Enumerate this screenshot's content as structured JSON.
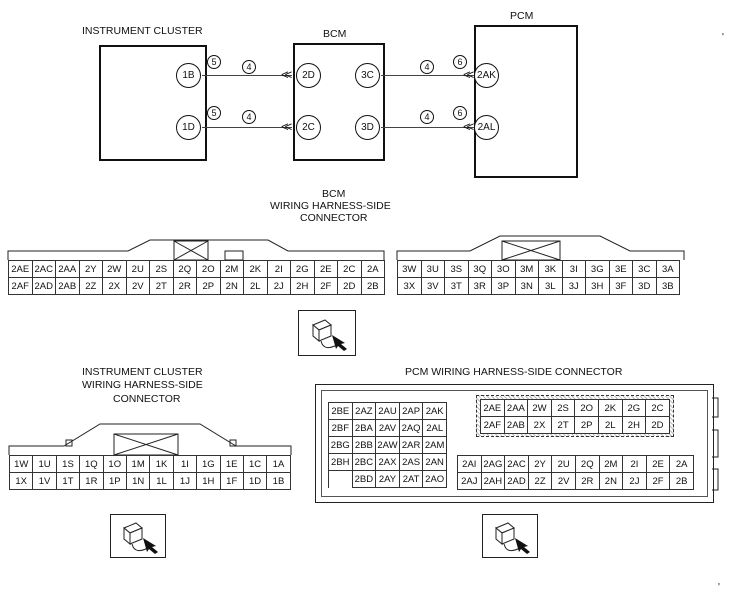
{
  "top": {
    "ic_title": "INSTRUMENT CLUSTER",
    "bcm_title": "BCM",
    "pcm_title": "PCM",
    "ic_pins": [
      "1B",
      "1D"
    ],
    "bcm_left_pins": [
      "2D",
      "2C"
    ],
    "bcm_right_pins": [
      "3C",
      "3D"
    ],
    "pcm_pins": [
      "2AK",
      "2AL"
    ],
    "wire_nums": {
      "n5": "5",
      "n4": "4",
      "n6": "6"
    }
  },
  "bcm_conn": {
    "title_lines": [
      "BCM",
      "WIRING HARNESS-SIDE",
      "CONNECTOR"
    ],
    "left_rows": [
      [
        "2AE",
        "2AC",
        "2AA",
        "2Y",
        "2W",
        "2U",
        "2S",
        "2Q",
        "2O",
        "2M",
        "2K",
        "2I",
        "2G",
        "2E",
        "2C",
        "2A"
      ],
      [
        "2AF",
        "2AD",
        "2AB",
        "2Z",
        "2X",
        "2V",
        "2T",
        "2R",
        "2P",
        "2N",
        "2L",
        "2J",
        "2H",
        "2F",
        "2D",
        "2B"
      ]
    ],
    "right_rows": [
      [
        "3W",
        "3U",
        "3S",
        "3Q",
        "3O",
        "3M",
        "3K",
        "3I",
        "3G",
        "3E",
        "3C",
        "3A"
      ],
      [
        "3X",
        "3V",
        "3T",
        "3R",
        "3P",
        "3N",
        "3L",
        "3J",
        "3H",
        "3F",
        "3D",
        "3B"
      ]
    ]
  },
  "ic_conn": {
    "title_lines": [
      "INSTRUMENT CLUSTER",
      "WIRING HARNESS-SIDE",
      "CONNECTOR"
    ],
    "rows": [
      [
        "1W",
        "1U",
        "1S",
        "1Q",
        "1O",
        "1M",
        "1K",
        "1I",
        "1G",
        "1E",
        "1C",
        "1A"
      ],
      [
        "1X",
        "1V",
        "1T",
        "1R",
        "1P",
        "1N",
        "1L",
        "1J",
        "1H",
        "1F",
        "1D",
        "1B"
      ]
    ]
  },
  "pcm_conn": {
    "title": "PCM WIRING HARNESS-SIDE CONNECTOR",
    "left_rows": [
      [
        "2BE",
        "2AZ",
        "2AU",
        "2AP",
        "2AK"
      ],
      [
        "2BF",
        "2BA",
        "2AV",
        "2AQ",
        "2AL"
      ],
      [
        "2BG",
        "2BB",
        "2AW",
        "2AR",
        "2AM"
      ],
      [
        "2BH",
        "2BC",
        "2AX",
        "2AS",
        "2AN"
      ],
      [
        "",
        "2BD",
        "2AY",
        "2AT",
        "2AO"
      ]
    ],
    "top_right_rows": [
      [
        "2AE",
        "2AA",
        "2W",
        "2S",
        "2O",
        "2K",
        "2G",
        "2C"
      ],
      [
        "2AF",
        "2AB",
        "2X",
        "2T",
        "2P",
        "2L",
        "2H",
        "2D"
      ]
    ],
    "bottom_right_rows": [
      [
        "2AI",
        "2AG",
        "2AC",
        "2Y",
        "2U",
        "2Q",
        "2M",
        "2I",
        "2E",
        "2A"
      ],
      [
        "2AJ",
        "2AH",
        "2AD",
        "2Z",
        "2V",
        "2R",
        "2N",
        "2J",
        "2F",
        "2B"
      ]
    ]
  },
  "icons": {
    "connector_view": "connector-view-arrow-icon"
  }
}
